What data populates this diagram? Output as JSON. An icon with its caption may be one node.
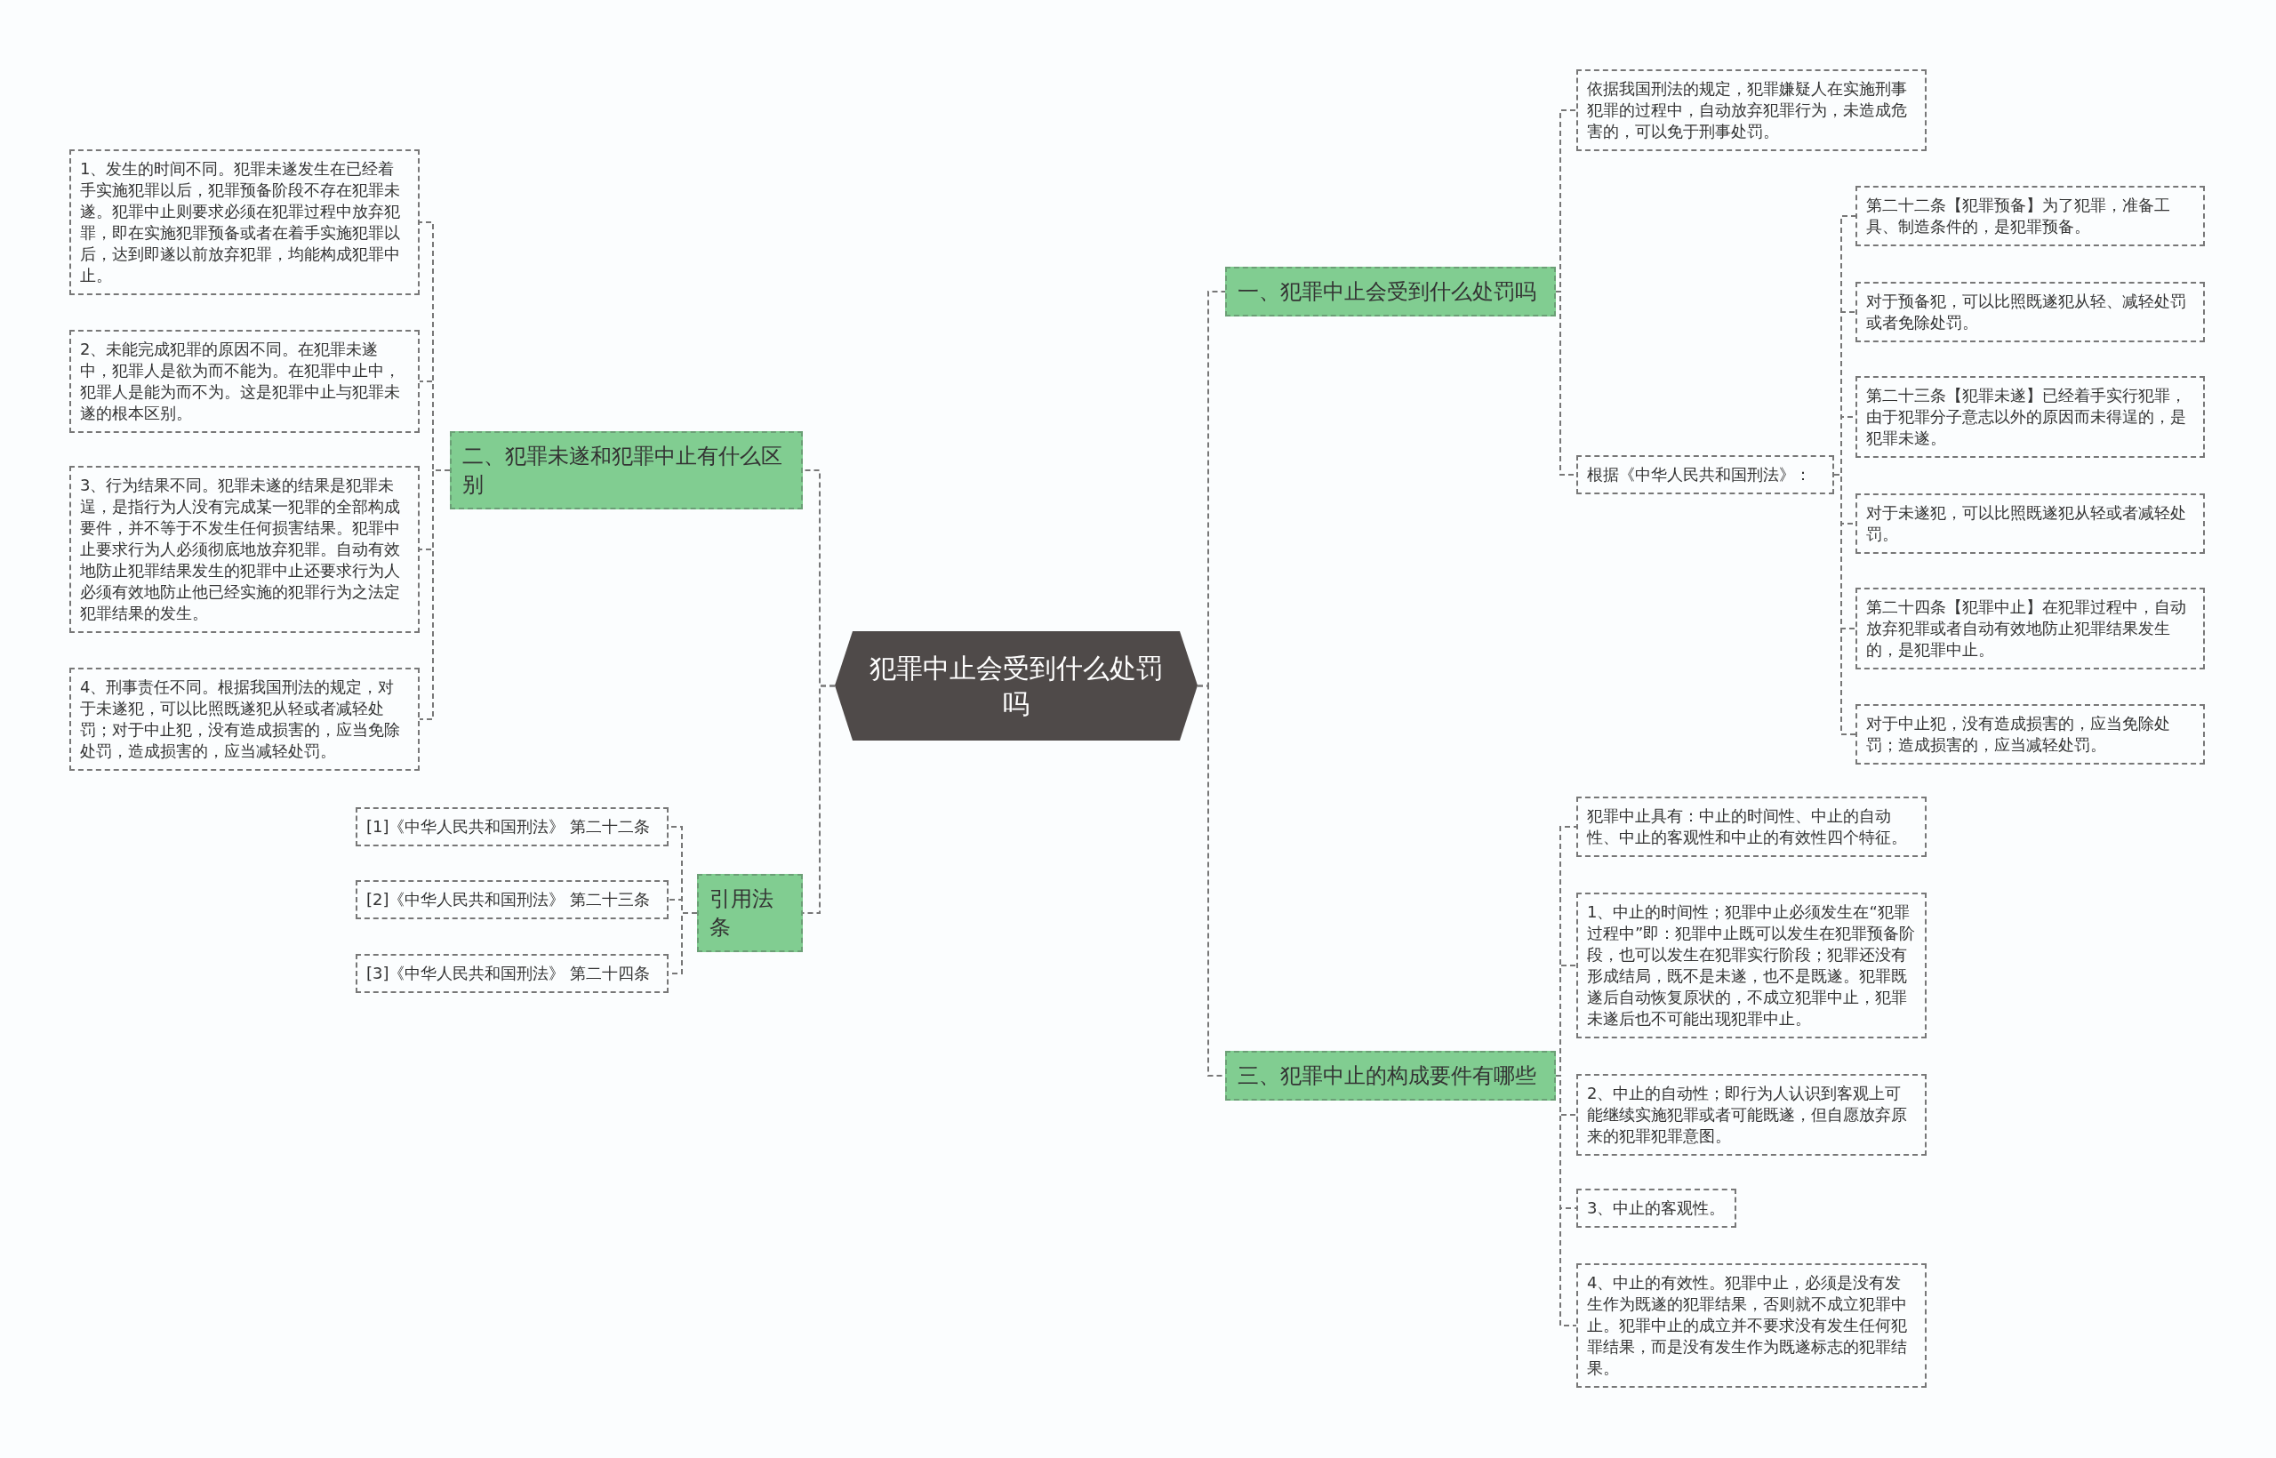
{
  "diagram": {
    "nodes": [
      {
        "text": [
          "犯罪中止会受到什么处罚吗"
        ]
      },
      {
        "text": [
          "一、犯罪中止会受到什么处罚吗"
        ]
      },
      {
        "text": [
          "依据我国刑法的规定，犯罪嫌疑人在实施刑事犯罪的过程中，自动放弃犯罪行为，未造成危害的，可以免于刑事处罚。"
        ]
      },
      {
        "text": [
          "根据《中华人民共和国刑法》："
        ]
      },
      {
        "text": [
          "第二十二条【犯罪预备】为了犯罪，准备工具、制造条件的，是犯罪预备。"
        ]
      },
      {
        "text": [
          "对于预备犯，可以比照既遂犯从轻、减轻处罚或者免除处罚。"
        ]
      },
      {
        "text": [
          "第二十三条【犯罪未遂】已经着手实行犯罪，由于犯罪分子意志以外的原因而未得逞的，是犯罪未遂。"
        ]
      },
      {
        "text": [
          "对于未遂犯，可以比照既遂犯从轻或者减轻处罚。"
        ]
      },
      {
        "text": [
          "第二十四条【犯罪中止】在犯罪过程中，自动放弃犯罪或者自动有效地防止犯罪结果发生的，是犯罪中止。"
        ]
      },
      {
        "text": [
          "对于中止犯，没有造成损害的，应当免除处罚；造成损害的，应当减轻处罚。"
        ]
      },
      {
        "text": [
          "三、犯罪中止的构成要件有哪些"
        ]
      },
      {
        "text": [
          "犯罪中止具有：中止的时间性、中止的自动性、中止的客观性和中止的有效性四个特征。"
        ]
      },
      {
        "text": [
          "1、中止的时间性；犯罪中止必须发生在“犯罪过程中”即：犯罪中止既可以发生在犯罪预备阶段，也可以发生在犯罪实行阶段；犯罪还没有形成结局，既不是未遂，也不是既遂。犯罪既遂后自动恢复原状的，不成立犯罪中止，犯罪未遂后也不可能出现犯罪中止。"
        ]
      },
      {
        "text": [
          "2、中止的自动性；即行为人认识到客观上可能继续实施犯罪或者可能既遂，但自愿放弃原来的犯罪犯罪意图。"
        ]
      },
      {
        "text": [
          "3、中止的客观性。"
        ]
      },
      {
        "text": [
          "4、中止的有效性。犯罪中止，必须是没有发生作为既遂的犯罪结果，否则就不成立犯罪中止。犯罪中止的成立并不要求没有发生任何犯罪结果，而是没有发生作为既遂标志的犯罪结果。"
        ]
      },
      {
        "text": [
          "二、犯罪未遂和犯罪中止有什么区别"
        ]
      },
      {
        "text": [
          "1、发生的时间不同。犯罪未遂发生在已经着手实施犯罪以后，犯罪预备阶段不存在犯罪未遂。犯罪中止则要求必须在犯罪过程中放弃犯罪，即在实施犯罪预备或者在着手实施犯罪以后，达到即遂以前放弃犯罪，均能构成犯罪中止。"
        ]
      },
      {
        "text": [
          "2、未能完成犯罪的原因不同。在犯罪未遂中，犯罪人是欲为而不能为。在犯罪中止中，犯罪人是能为而不为。这是犯罪中止与犯罪未遂的根本区别。"
        ]
      },
      {
        "text": [
          "3、行为结果不同。犯罪未遂的结果是犯罪未逞，是指行为人没有完成某一犯罪的全部构成要件，并不等于不发生任何损害结果。犯罪中止要求行为人必须彻底地放弃犯罪。自动有效地防止犯罪结果发生的犯罪中止还要求行为人必须有效地防止他已经实施的犯罪行为之法定犯罪结果的发生。"
        ]
      },
      {
        "text": [
          "4、刑事责任不同。根据我国刑法的规定，对于未遂犯，可以比照既遂犯从轻或者减轻处罚；对于中止犯，没有造成损害的，应当免除处罚，造成损害的，应当减轻处罚。"
        ]
      },
      {
        "text": [
          "引用法条"
        ]
      },
      {
        "text": [
          "[1]《中华人民共和国刑法》 第二十二条"
        ]
      },
      {
        "text": [
          "[2]《中华人民共和国刑法》 第二十三条"
        ]
      },
      {
        "text": [
          "[3]《中华人民共和国刑法》 第二十四条"
        ]
      }
    ],
    "edges": [
      {
        "from": 0,
        "to": 1,
        "arrow": "none"
      },
      {
        "from": 1,
        "to": 2,
        "arrow": "none"
      },
      {
        "from": 1,
        "to": 3,
        "arrow": "none"
      },
      {
        "from": 3,
        "to": 4,
        "arrow": "none"
      },
      {
        "from": 3,
        "to": 5,
        "arrow": "none"
      },
      {
        "from": 3,
        "to": 6,
        "arrow": "none"
      },
      {
        "from": 3,
        "to": 7,
        "arrow": "none"
      },
      {
        "from": 3,
        "to": 8,
        "arrow": "none"
      },
      {
        "from": 3,
        "to": 9,
        "arrow": "none"
      },
      {
        "from": 0,
        "to": 10,
        "arrow": "none"
      },
      {
        "from": 10,
        "to": 11,
        "arrow": "none"
      },
      {
        "from": 10,
        "to": 12,
        "arrow": "none"
      },
      {
        "from": 10,
        "to": 13,
        "arrow": "none"
      },
      {
        "from": 10,
        "to": 14,
        "arrow": "none"
      },
      {
        "from": 10,
        "to": 15,
        "arrow": "none"
      },
      {
        "from": 0,
        "to": 16,
        "arrow": "none"
      },
      {
        "from": 16,
        "to": 17,
        "arrow": "none"
      },
      {
        "from": 16,
        "to": 18,
        "arrow": "none"
      },
      {
        "from": 16,
        "to": 19,
        "arrow": "none"
      },
      {
        "from": 16,
        "to": 20,
        "arrow": "none"
      },
      {
        "from": 0,
        "to": 21,
        "arrow": "none"
      },
      {
        "from": 21,
        "to": 22,
        "arrow": "none"
      },
      {
        "from": 21,
        "to": 23,
        "arrow": "none"
      },
      {
        "from": 21,
        "to": 24,
        "arrow": "none"
      }
    ]
  }
}
